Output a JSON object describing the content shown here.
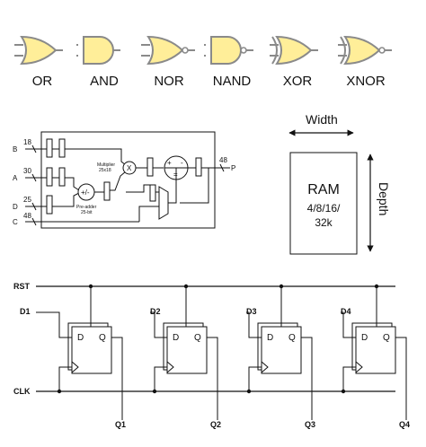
{
  "colors": {
    "gate_fill": "#ffee99",
    "gate_stroke": "#8a8a8a",
    "line": "#111111"
  },
  "gates": [
    {
      "type": "or",
      "label": "OR"
    },
    {
      "type": "and",
      "label": "AND"
    },
    {
      "type": "nor",
      "label": "NOR"
    },
    {
      "type": "nand",
      "label": "NAND"
    },
    {
      "type": "xor",
      "label": "XOR"
    },
    {
      "type": "xnor",
      "label": "XNOR"
    }
  ],
  "dsp": {
    "inputs": [
      {
        "name": "B",
        "width": "18"
      },
      {
        "name": "A",
        "width": "30"
      },
      {
        "name": "D",
        "width": "25"
      },
      {
        "name": "C",
        "width": "48"
      }
    ],
    "output": {
      "name": "P",
      "width": "48"
    },
    "multiplier_label": "Multiplier",
    "multiplier_size": "25x18",
    "multiply_symbol": "X",
    "preadder_symbol": "+/-",
    "preadder_label": "Pre-adder",
    "preadder_size": "25-bit",
    "alu_plus": "+",
    "alu_minus": "-",
    "alu_eq": "="
  },
  "ram": {
    "width_label": "Width",
    "depth_label": "Depth",
    "title": "RAM",
    "sizes_line1": "4/8/16/",
    "sizes_line2": "32k"
  },
  "shift_register": {
    "rst": "RST",
    "clk": "CLK",
    "stages": [
      {
        "d": "D1",
        "q": "Q1"
      },
      {
        "d": "D2",
        "q": "Q2"
      },
      {
        "d": "D3",
        "q": "Q3"
      },
      {
        "d": "D4",
        "q": "Q4"
      }
    ],
    "ff_d": "D",
    "ff_q": "Q"
  }
}
